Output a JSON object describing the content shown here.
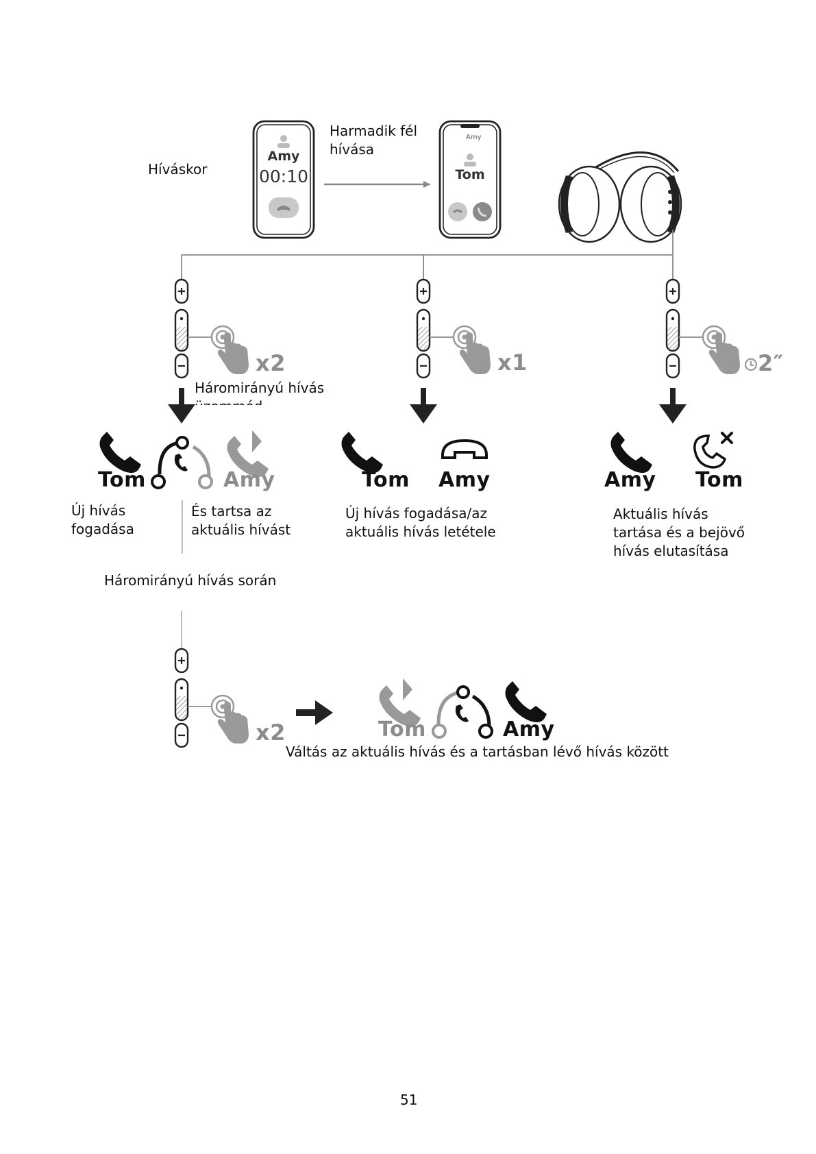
{
  "labels": {
    "on_call": "Híváskor",
    "third_party_call": "Harmadik fél\nhívása",
    "three_way_mode": "Háromirányú hívás\nüzemmód",
    "answer_new_call": "Új hívás\nfogadása",
    "and_hold_current": "És tartsa az\naktuális hívást",
    "answer_new_end_current": "Új hívás fogadása/az\naktuális hívás letétele",
    "hold_and_reject": "Aktuális hívás\ntartása és a bejövő\nhívás elutasítása",
    "during_three_way": "Háromirányú hívás során",
    "switch_calls": "Váltás az aktuális hívás és a tartásban lévő hívás között",
    "page_number": "51"
  },
  "phone1": {
    "caller": "Amy",
    "timer": "00:10"
  },
  "phone2": {
    "top_caller": "Amy",
    "caller": "Tom"
  },
  "gestures": {
    "tap_twice": "x2",
    "tap_once": "x1",
    "hold_2s": "2″"
  },
  "names": {
    "tom": "Tom",
    "amy": "Amy"
  },
  "icons": [
    "phone-icon",
    "hangup-icon",
    "merge-call-icon",
    "reject-call-icon",
    "incoming-call-icon",
    "headphones-icon",
    "finger-tap-icon",
    "clock-icon",
    "arrow-down-icon",
    "arrow-right-icon"
  ]
}
